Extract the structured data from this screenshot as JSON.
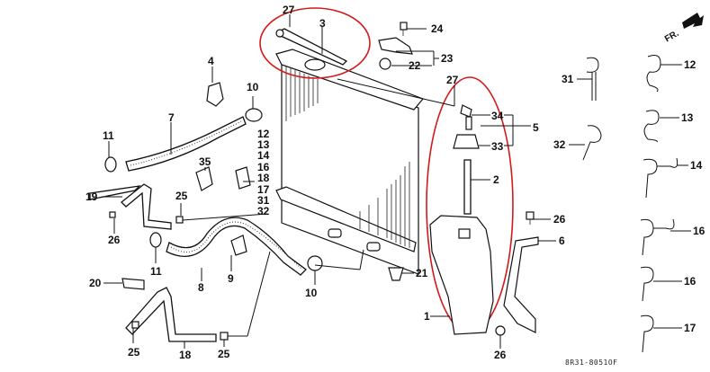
{
  "diagram": {
    "title": "Radiator / Coolant Reserve Tank Parts Diagram",
    "drawing_code": "8R31-8051OF",
    "direction_marker": "FR.",
    "highlight_color": "#d11a1a",
    "highlights": [
      {
        "name": "upper-radiator-rod-group",
        "encloses": [
          "27",
          "3"
        ]
      },
      {
        "name": "reserve-tank-group",
        "encloses": [
          "27",
          "34",
          "33",
          "2",
          "1"
        ]
      }
    ],
    "callouts": {
      "c27_top": "27",
      "c3": "3",
      "c24": "24",
      "c23": "23",
      "c22": "22",
      "c27_right": "27",
      "c4": "4",
      "c10_top": "10",
      "c7": "7",
      "c11_top": "11",
      "c35": "35",
      "c12_list": "12",
      "c13_list": "13",
      "c14_list": "14",
      "c16_list": "16",
      "c18_list": "18",
      "c17_list": "17",
      "c31_list": "31",
      "c32_list": "32",
      "c19": "19",
      "c25_mid": "25",
      "c26_left": "26",
      "c11_bottom": "11",
      "c9": "9",
      "c8": "8",
      "c20": "20",
      "c10_bottom": "10",
      "c25_bl": "25",
      "c18_bottom": "18",
      "c25_br": "25",
      "c34": "34",
      "c5": "5",
      "c33": "33",
      "c2": "2",
      "c21": "21",
      "c1": "1",
      "c26_top": "26",
      "c6": "6",
      "c26_bottom": "26",
      "c31_right": "31",
      "c32_right": "32",
      "c12_right": "12",
      "c13_right": "13",
      "c14_right": "14",
      "c16_right_a": "16",
      "c16_right_b": "16",
      "c17_right": "17"
    }
  }
}
